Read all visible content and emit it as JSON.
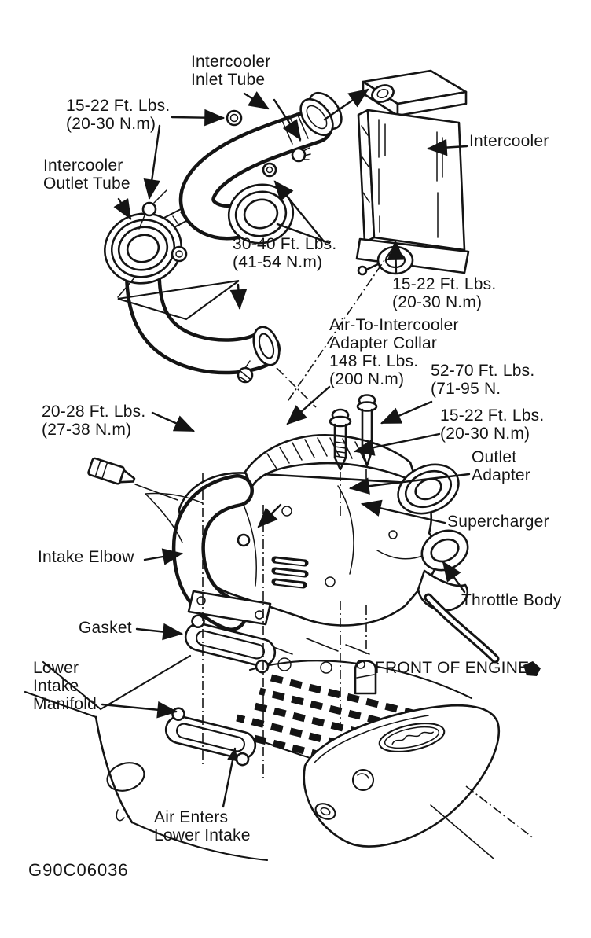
{
  "diagram": {
    "figure_code": "G90C06036",
    "colors": {
      "ink": "#141414",
      "paper": "#ffffff"
    },
    "labels": {
      "intercooler_inlet_tube": "Intercooler\nInlet Tube",
      "torque_15_22_top": "15-22 Ft. Lbs.\n(20-30 N.m)",
      "intercooler_outlet_tube": "Intercooler\nOutlet Tube",
      "intercooler": "Intercooler",
      "torque_30_40": "30-40 Ft. Lbs.\n(41-54 N.m)",
      "torque_15_22_mid": "15-22 Ft. Lbs.\n(20-30 N.m)",
      "adapter_collar": "Air-To-Intercooler\nAdapter Collar\n148 Ft. Lbs.\n(200 N.m)",
      "torque_52_70": "52-70 Ft. Lbs.\n(71-95 N.",
      "torque_15_22_low": "15-22 Ft. Lbs.\n(20-30 N.m)",
      "torque_20_28": "20-28 Ft. Lbs.\n(27-38 N.m)",
      "outlet_adapter": "Outlet\nAdapter",
      "supercharger": "Supercharger",
      "intake_elbow": "Intake Elbow",
      "throttle_body": "Throttle Body",
      "gasket": "Gasket",
      "front_of_engine": "FRONT OF ENGINE",
      "lower_intake_manifold": "Lower\nIntake\nManifold",
      "air_enters_lower_intake": "Air Enters\nLower Intake"
    }
  }
}
